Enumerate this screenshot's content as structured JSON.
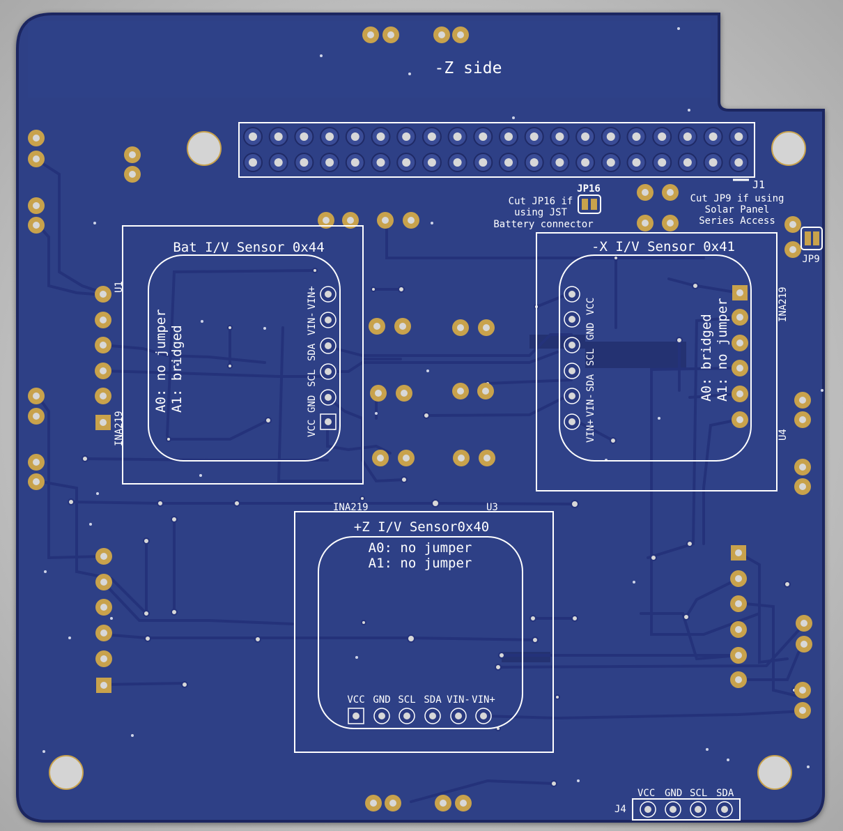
{
  "board": {
    "side_label": "-Z side",
    "colors": {
      "board": "#2f3f86",
      "copper": "#34468f",
      "trace": "#24327a",
      "silk": "#ffffff",
      "pad": "#c8a24c",
      "hole": "#d8d8d8"
    }
  },
  "header_j1": {
    "ref": "J1"
  },
  "jp16": {
    "ref": "JP16",
    "note_lines": [
      "Cut JP16 if",
      "using JST",
      "Battery connector"
    ]
  },
  "jp9": {
    "ref": "JP9",
    "note_lines": [
      "Cut JP9 if using",
      "Solar Panel",
      "Series Access"
    ]
  },
  "bat_sensor": {
    "title": "Bat I/V Sensor 0x44",
    "ref": "U1",
    "part": "INA219",
    "addr_lines": [
      "A0: no jumper",
      "A1: bridged"
    ],
    "pins": [
      "VCC",
      "GND",
      "SCL",
      "SDA",
      "VIN-",
      "VIN+"
    ]
  },
  "x_sensor": {
    "title": "-X I/V Sensor 0x41",
    "ref": "U4",
    "part": "INA219",
    "addr_lines": [
      "A0: bridged",
      "A1: no jumper"
    ],
    "pins": [
      "VIN+",
      "VIN-",
      "SDA",
      "SCL",
      "GND",
      "VCC"
    ]
  },
  "z_sensor": {
    "title": "+Z I/V Sensor0x40",
    "ref": "U3",
    "part": "INA219",
    "addr_lines": [
      "A0: no jumper",
      "A1: no jumper"
    ],
    "pins": [
      "VCC",
      "GND",
      "SCL",
      "SDA",
      "VIN-",
      "VIN+"
    ]
  },
  "connector_j4": {
    "ref": "J4",
    "pins": [
      "VCC",
      "GND",
      "SCL",
      "SDA"
    ]
  }
}
